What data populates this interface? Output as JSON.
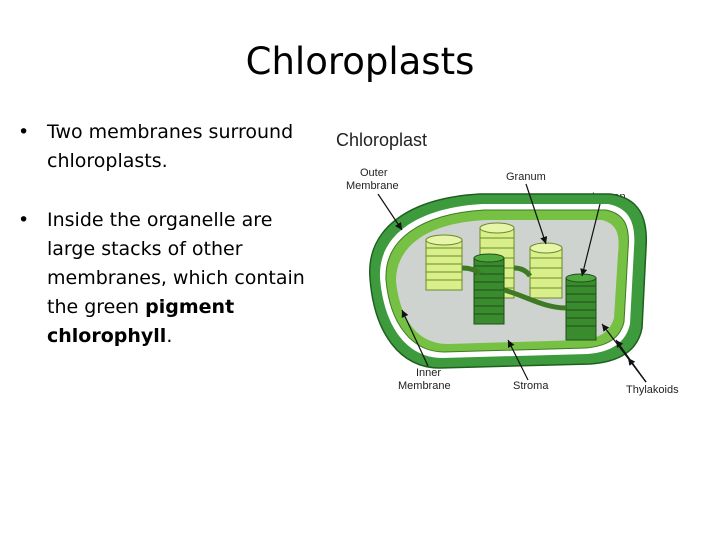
{
  "slide": {
    "title": "Chloroplasts"
  },
  "bullets": [
    {
      "text": "Two membranes surround chloroplasts."
    },
    {
      "text_before": "Inside the organelle are large stacks of other membranes, which contain the green ",
      "bold1": "pigment",
      "sep": " ",
      "bold2": "chlorophyll",
      "text_after": "."
    }
  ],
  "diagram": {
    "title": "Chloroplast",
    "labels": {
      "outer_1": "Outer",
      "outer_2": "Membrane",
      "granum": "Granum",
      "lumen": "Lumen",
      "inner_1": "Inner",
      "inner_2": "Membrane",
      "stroma": "Stroma",
      "thylakoids": "Thylakoids"
    },
    "colors": {
      "outer_membrane": "#3d9b3d",
      "inner_membrane": "#76c043",
      "stroma": "#cfd3cf",
      "thylakoid_light": "#d8ef8a",
      "thylakoid_dark": "#3a8a2e"
    }
  }
}
